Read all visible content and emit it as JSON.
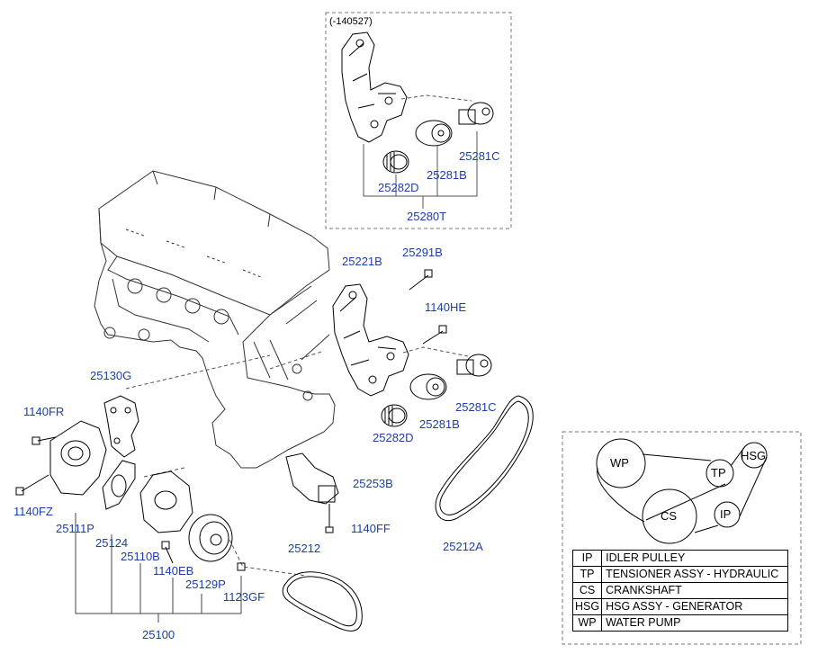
{
  "inset_note": "(-140527)",
  "parts": {
    "p25280T": "25280T",
    "p25282D_top": "25282D",
    "p25281B_top": "25281B",
    "p25281C_top": "25281C",
    "p25221B": "25221B",
    "p25291B": "25291B",
    "p1140HE": "1140HE",
    "p25281C": "25281C",
    "p25281B": "25281B",
    "p25282D": "25282D",
    "p25130G": "25130G",
    "p1140FR": "1140FR",
    "p1140FZ": "1140FZ",
    "p25111P": "25111P",
    "p25124": "25124",
    "p25110B": "25110B",
    "p1140EB": "1140EB",
    "p25129P": "25129P",
    "p1123GF": "1123GF",
    "p25100": "25100",
    "p25253B": "25253B",
    "p1140FF": "1140FF",
    "p25212": "25212",
    "p25212A": "25212A"
  },
  "belt_diagram": {
    "pulleys": {
      "wp": "WP",
      "tp": "TP",
      "hsg": "HSG",
      "cs": "CS",
      "ip": "IP"
    },
    "legend": [
      {
        "code": "IP",
        "desc": "IDLER PULLEY"
      },
      {
        "code": "TP",
        "desc": "TENSIONER ASSY - HYDRAULIC"
      },
      {
        "code": "CS",
        "desc": "CRANKSHAFT"
      },
      {
        "code": "HSG",
        "desc": "HSG ASSY - GENERATOR"
      },
      {
        "code": "WP",
        "desc": " WATER PUMP"
      }
    ]
  },
  "colors": {
    "label": "#1a3fa8",
    "line": "#000000",
    "dash": "#777777"
  }
}
